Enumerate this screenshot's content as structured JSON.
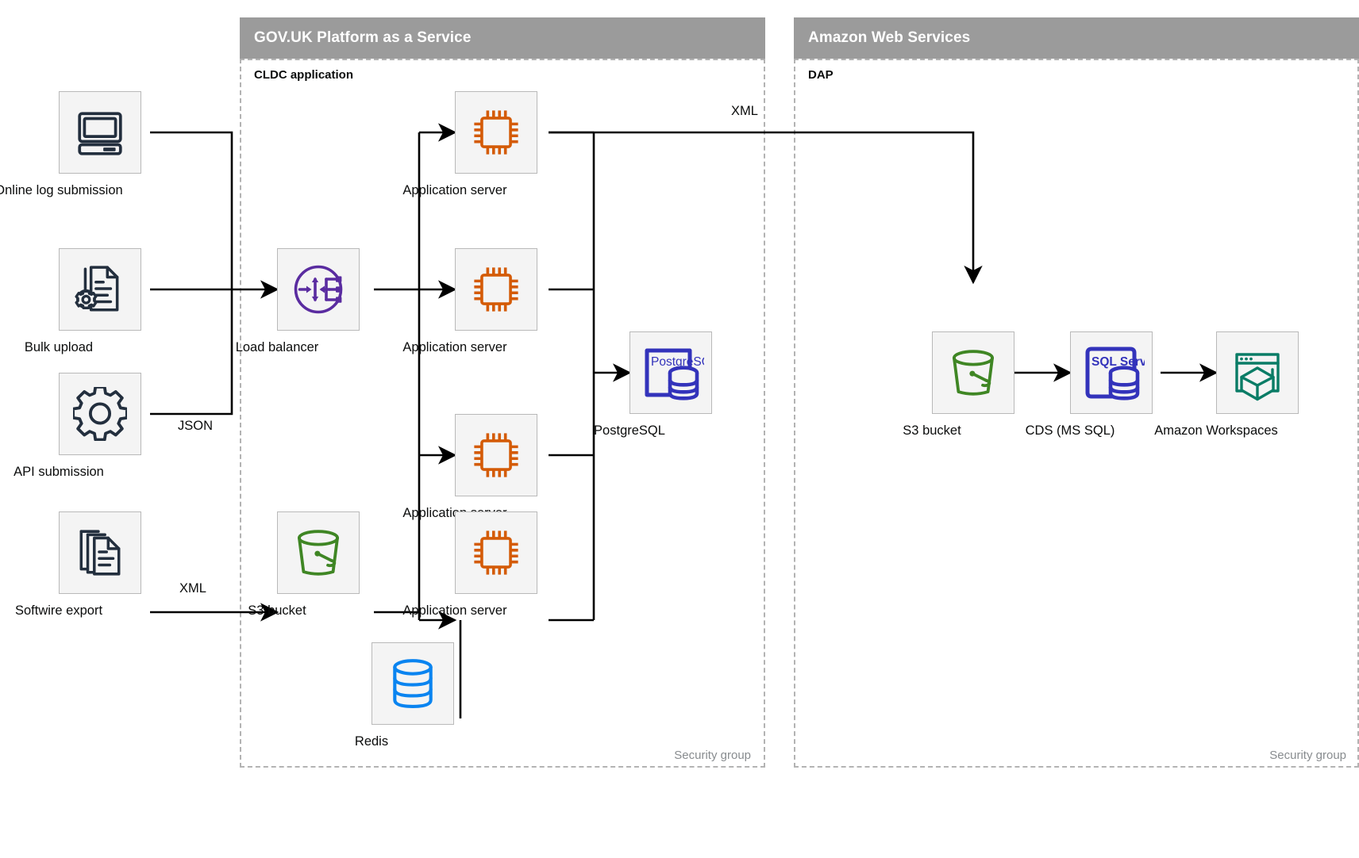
{
  "groups": [
    {
      "id": "paas",
      "title": "GOV.UK Platform as a Service",
      "sub_label": "CLDC application",
      "security_label": "Security group"
    },
    {
      "id": "aws",
      "title": "Amazon Web Services",
      "sub_label": "DAP",
      "security_label": "Security group"
    }
  ],
  "nodes": {
    "online_log": {
      "label": "Online log submission",
      "icon": "desktop-computer-icon",
      "color": "#232f3e"
    },
    "bulk_upload": {
      "label": "Bulk upload",
      "icon": "document-gear-icon",
      "color": "#232f3e"
    },
    "api_submission": {
      "label": "API submission",
      "icon": "gear-icon",
      "color": "#232f3e"
    },
    "softwire_export": {
      "label": "Softwire export",
      "icon": "documents-stack-icon",
      "color": "#232f3e"
    },
    "load_balancer": {
      "label": "Load balancer",
      "icon": "load-balancer-icon",
      "color": "#5a2ca0"
    },
    "app_server_1": {
      "label": "Application server",
      "icon": "cpu-chip-icon",
      "color": "#d45b07"
    },
    "app_server_2": {
      "label": "Application server",
      "icon": "cpu-chip-icon",
      "color": "#d45b07"
    },
    "app_server_3": {
      "label": "Application server",
      "icon": "cpu-chip-icon",
      "color": "#d45b07"
    },
    "app_server_4": {
      "label": "Application server",
      "icon": "cpu-chip-icon",
      "color": "#d45b07"
    },
    "s3_paas": {
      "label": "S3 bucket",
      "icon": "s3-bucket-icon",
      "color": "#3f8624"
    },
    "redis": {
      "label": "Redis",
      "icon": "database-cylinder-icon",
      "color": "#0a84f0"
    },
    "postgresql": {
      "label": "PostgreSQL",
      "icon": "postgresql-icon",
      "color": "#3333bb",
      "badge_text": "PostgreSQL"
    },
    "s3_dap": {
      "label": "S3 bucket",
      "icon": "s3-bucket-icon",
      "color": "#3f8624"
    },
    "cds": {
      "label": "CDS (MS SQL)",
      "icon": "sql-server-icon",
      "color": "#3333bb",
      "badge_text": "SQL Server"
    },
    "workspaces": {
      "label": "Amazon Workspaces",
      "icon": "amazon-workspaces-icon",
      "color": "#0a7c66"
    }
  },
  "edge_labels": [
    {
      "id": "json",
      "text": "JSON"
    },
    {
      "id": "xml_softwire",
      "text": "XML"
    },
    {
      "id": "xml_dap",
      "text": "XML"
    }
  ],
  "colors": {
    "header_grey": "#9b9b9b",
    "node_fill": "#f4f4f4",
    "node_stroke": "#b9b9b9",
    "dashed_stroke": "#b3b3b3",
    "line": "#000000",
    "text": "#0b0c0c",
    "muted_text": "#888c8f"
  }
}
